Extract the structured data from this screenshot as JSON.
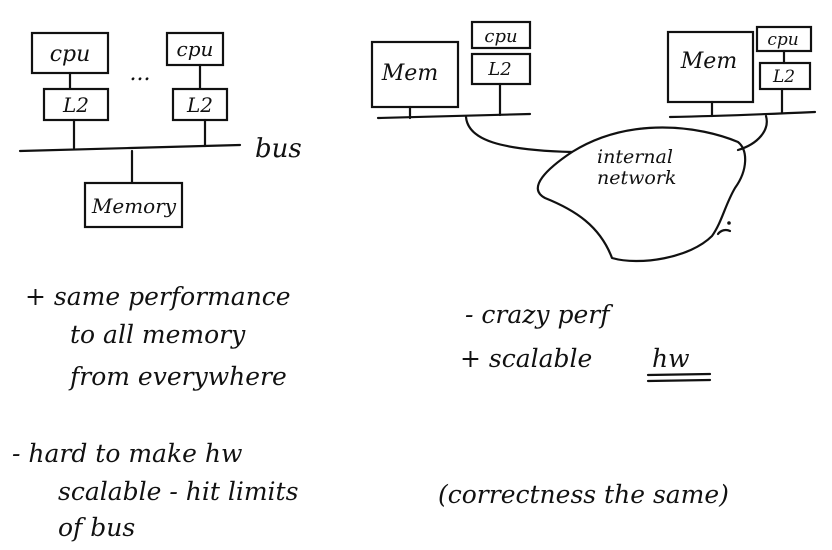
{
  "left_diagram": {
    "cpu_left": "cpu",
    "cpu_right": "cpu",
    "l2_left": "L2",
    "l2_right": "L2",
    "ellipsis": "...",
    "bus_label": "bus",
    "memory_label": "Memory"
  },
  "right_diagram": {
    "mem_left": "Mem",
    "cpu_left": "cpu",
    "l2_left": "L2",
    "mem_right": "Mem",
    "cpu_right": "cpu",
    "l2_right": "L2",
    "network_line1": "internal",
    "network_line2": "network"
  },
  "left_notes": {
    "pro_line1": "+ same performance",
    "pro_line2": "to all memory",
    "pro_line3": "from everywhere",
    "con_line1": "- hard to make hw",
    "con_line2": "scalable - hit limits",
    "con_line3": "of bus"
  },
  "right_notes": {
    "con_line": "- crazy perf",
    "pro_prefix": "+ scalable",
    "pro_emphasis": "hw",
    "footer": "(correctness the same)"
  }
}
